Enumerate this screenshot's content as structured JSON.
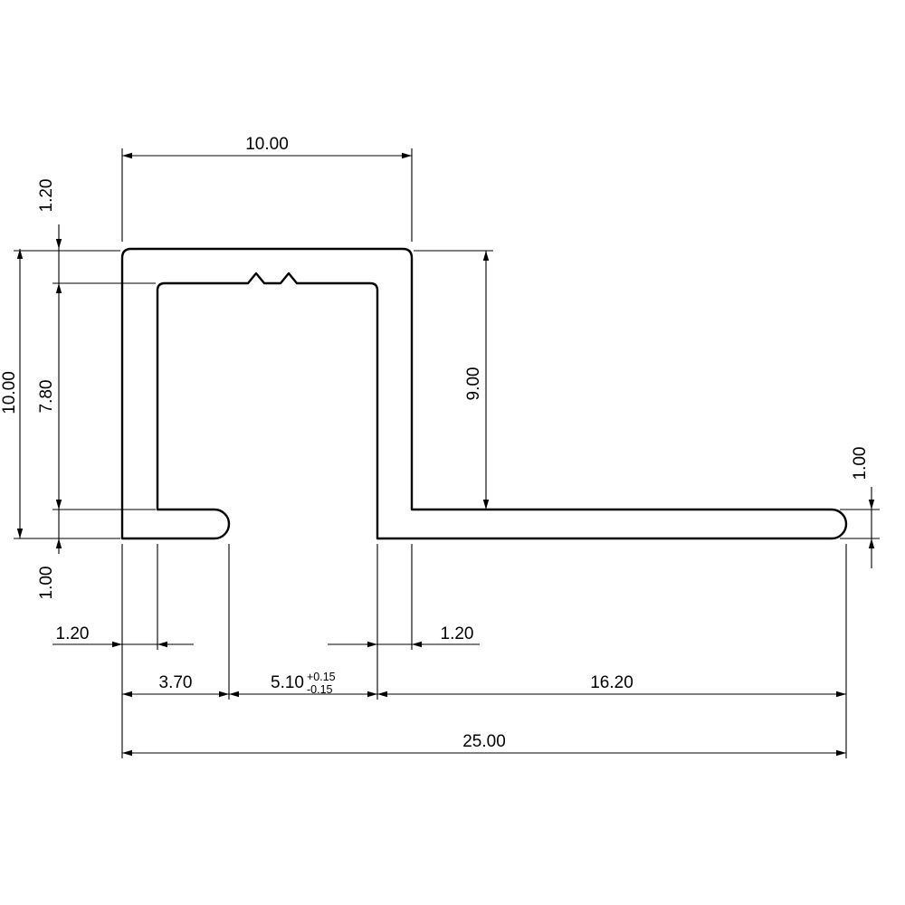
{
  "drawing": {
    "type": "technical-profile-cross-section",
    "dimensions": {
      "top_width": "10.00",
      "top_wall_thickness": "1.20",
      "overall_height": "10.00",
      "inner_height": "7.80",
      "base_thickness_left": "1.00",
      "height_to_base": "9.00",
      "base_thickness_right": "1.00",
      "left_wall_thickness": "1.20",
      "right_wall_thickness": "1.20",
      "foot_width": "3.70",
      "slot_width": "5.10",
      "slot_tol_plus": "+0.15",
      "slot_tol_minus": "-0.15",
      "base_length": "16.20",
      "overall_width": "25.00"
    },
    "colors": {
      "line": "#000000",
      "background": "#ffffff"
    }
  }
}
